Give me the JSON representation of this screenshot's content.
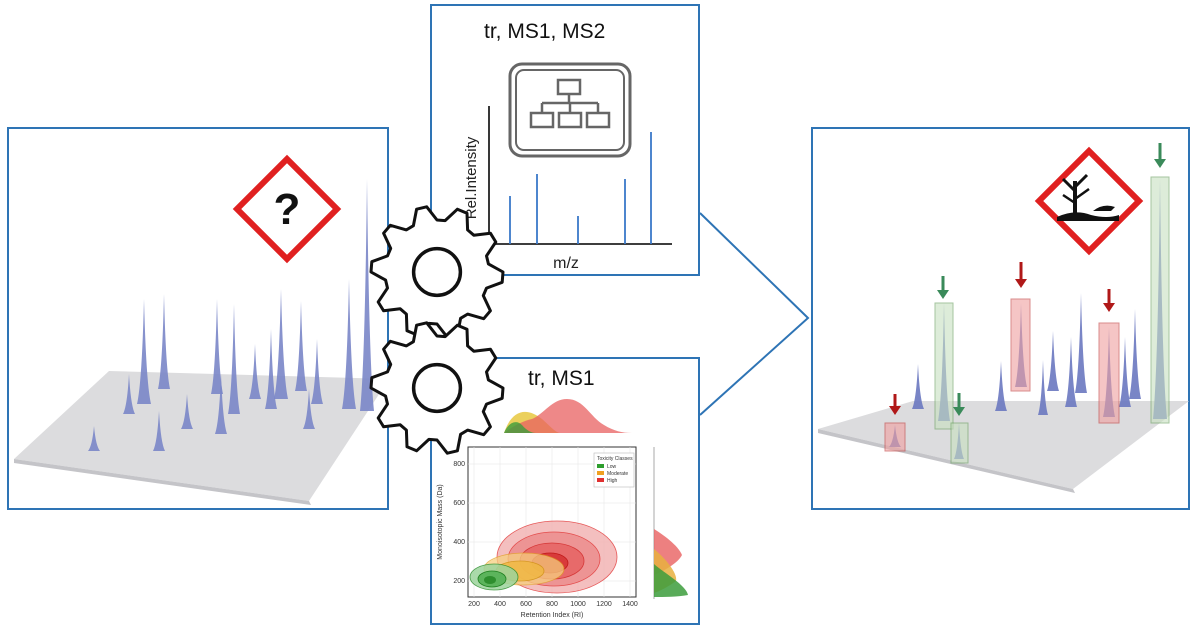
{
  "top_panel": {
    "title": "tr, MS1, MS2",
    "y_axis_label": "Rel.Intensity",
    "x_axis_label": "m/z",
    "icon": "hierarchy-diagram-icon"
  },
  "bottom_panel": {
    "title": "tr, MS1",
    "plot": {
      "xlabel": "Retention Index (RI)",
      "ylabel": "Monoisotopic Mass (Da)",
      "xticks": [
        "200",
        "400",
        "600",
        "800",
        "1000",
        "1200",
        "1400"
      ],
      "yticks": [
        "200",
        "400",
        "600",
        "800"
      ],
      "legend_title": "Toxicity Classes",
      "legend_items": [
        {
          "label": "Low",
          "color": "#2e9e2e"
        },
        {
          "label": "Moderate",
          "color": "#f0a020"
        },
        {
          "label": "High",
          "color": "#e03030"
        }
      ]
    }
  },
  "left_panel": {
    "hazard_symbol": "?"
  },
  "right_panel": {
    "hazard_icon": "environmental-hazard-icon"
  },
  "colors": {
    "panel_border": "#2e74b5",
    "hazard_red": "#e02020",
    "marker_green": "#3a8a5a",
    "marker_red": "#b01818",
    "peak_blue": "#4a5fc0"
  }
}
